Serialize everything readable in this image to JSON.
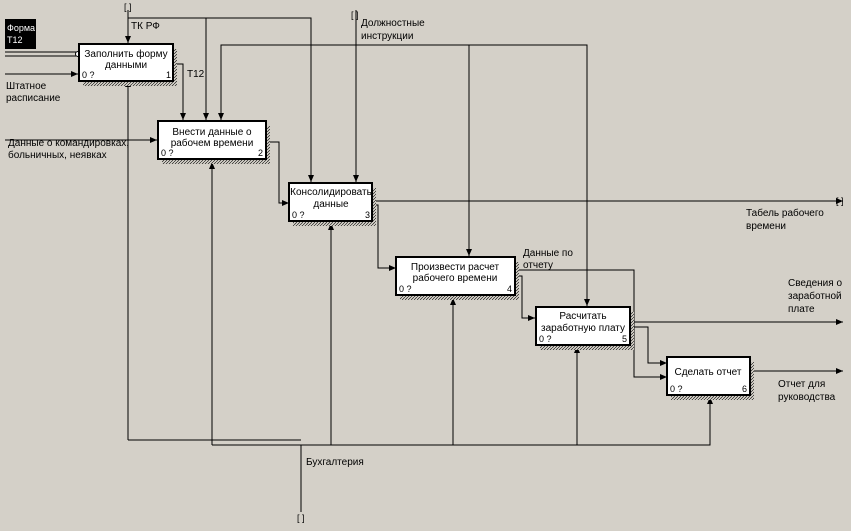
{
  "diagram": {
    "tag": {
      "line1": "Форма",
      "line2": "Т12"
    },
    "boxes": [
      {
        "id": "b1",
        "lines": [
          "Заполнить форму",
          "данными"
        ],
        "cost": "0 ?",
        "num": "1"
      },
      {
        "id": "b2",
        "lines": [
          "Внести данные о",
          "рабочем времени"
        ],
        "cost": "0 ?",
        "num": "2"
      },
      {
        "id": "b3",
        "lines": [
          "Консолидировать",
          "данные"
        ],
        "cost": "0 ?",
        "num": "3"
      },
      {
        "id": "b4",
        "lines": [
          "Произвести расчет",
          "рабочего времени"
        ],
        "cost": "0 ?",
        "num": "4"
      },
      {
        "id": "b5",
        "lines": [
          "Расчитать",
          "заработную плату"
        ],
        "cost": "0 ?",
        "num": "5"
      },
      {
        "id": "b6",
        "lines": [
          "Сделать отчет"
        ],
        "cost": "0 ?",
        "num": "6"
      }
    ],
    "labels": {
      "tkrf": "ТК РФ",
      "dolzh_1": "Должностные",
      "dolzh_2": "инструкции",
      "shtat_1": "Штатное",
      "shtat_2": "расписание",
      "t12": "Т12",
      "dannye_1": "Данные о командировках,",
      "dannye_2": "больничных, неявках",
      "tabel_1": "Табель рабочего",
      "tabel_2": "времени",
      "otchet_dannye_1": "Данные по",
      "otchet_dannye_2": "отчету",
      "svedenia_1": "Сведения о",
      "svedenia_2": "заработной",
      "svedenia_3": "плате",
      "otchet_1": "Отчет для",
      "otchet_2": "руководства",
      "buh": "Бухгалтерия",
      "tunnel": "[ ]"
    }
  }
}
